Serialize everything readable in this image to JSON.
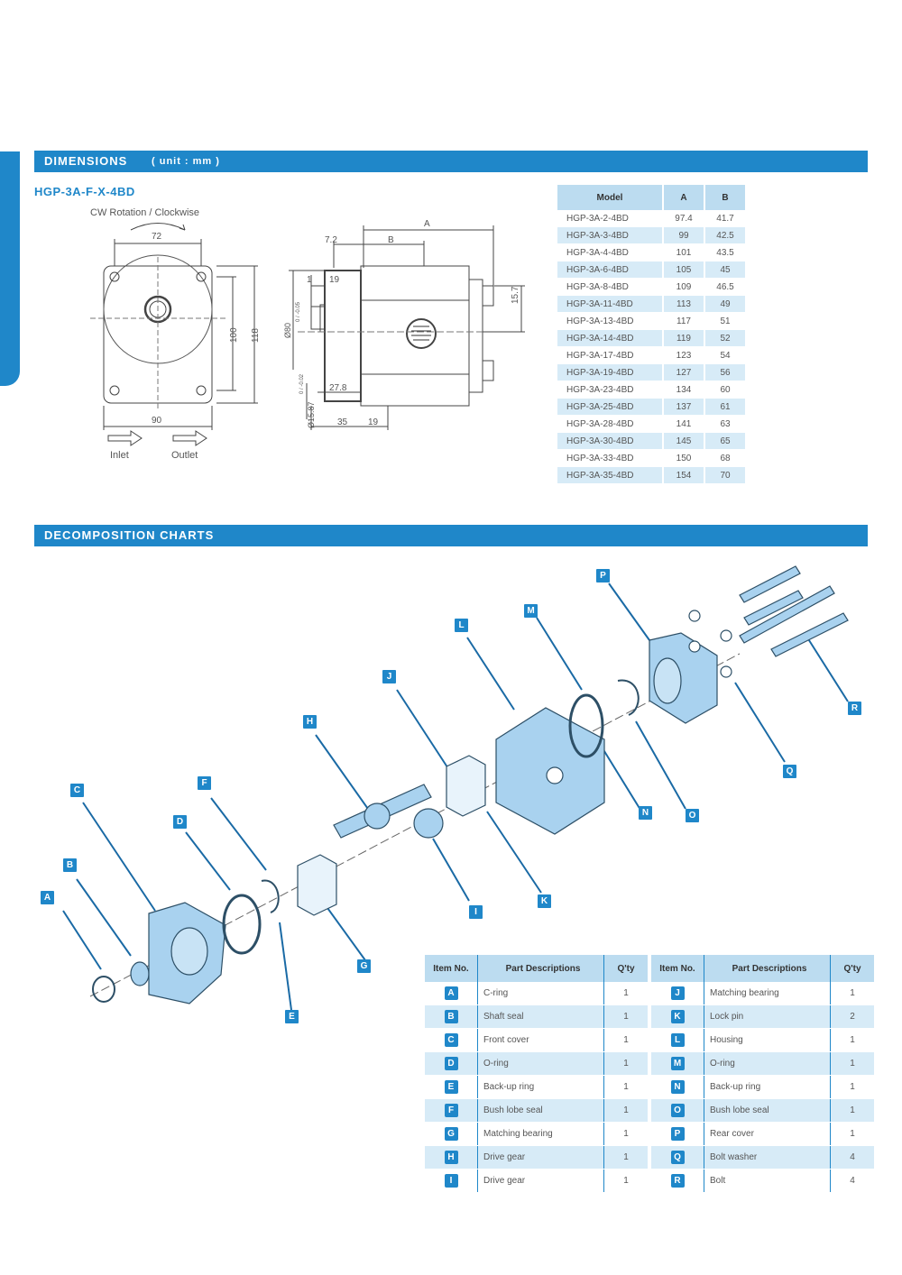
{
  "sections": {
    "dimensions_title": "DIMENSIONS",
    "dimensions_unit": "( unit : mm )",
    "decomposition_title": "DECOMPOSITION CHARTS"
  },
  "model_name": "HGP-3A-F-X-4BD",
  "drawing": {
    "rotation_label": "CW Rotation / Clockwise",
    "inlet_label": "Inlet",
    "outlet_label": "Outlet",
    "dims": {
      "front_width_top": "72",
      "front_width_bottom": "90",
      "front_height_inner": "100",
      "front_height_outer": "118",
      "side_a": "A",
      "side_b": "B",
      "side_72": "7.2",
      "side_1": "1",
      "side_19_top": "19",
      "side_157": "15.7",
      "side_d80": "Ø80",
      "side_d80_tol": "0 / -0.05",
      "side_278": "27.8",
      "side_d1587": "Ø15.87",
      "side_d1587_tol": "0 / -0.02",
      "side_35": "35",
      "side_19_bottom": "19"
    }
  },
  "model_table": {
    "headers": [
      "Model",
      "A",
      "B"
    ],
    "rows": [
      [
        "HGP-3A-2-4BD",
        "97.4",
        "41.7"
      ],
      [
        "HGP-3A-3-4BD",
        "99",
        "42.5"
      ],
      [
        "HGP-3A-4-4BD",
        "101",
        "43.5"
      ],
      [
        "HGP-3A-6-4BD",
        "105",
        "45"
      ],
      [
        "HGP-3A-8-4BD",
        "109",
        "46.5"
      ],
      [
        "HGP-3A-11-4BD",
        "113",
        "49"
      ],
      [
        "HGP-3A-13-4BD",
        "117",
        "51"
      ],
      [
        "HGP-3A-14-4BD",
        "119",
        "52"
      ],
      [
        "HGP-3A-17-4BD",
        "123",
        "54"
      ],
      [
        "HGP-3A-19-4BD",
        "127",
        "56"
      ],
      [
        "HGP-3A-23-4BD",
        "134",
        "60"
      ],
      [
        "HGP-3A-25-4BD",
        "137",
        "61"
      ],
      [
        "HGP-3A-28-4BD",
        "141",
        "63"
      ],
      [
        "HGP-3A-30-4BD",
        "145",
        "65"
      ],
      [
        "HGP-3A-33-4BD",
        "150",
        "68"
      ],
      [
        "HGP-3A-35-4BD",
        "154",
        "70"
      ]
    ]
  },
  "parts_headers": [
    "Item No.",
    "Part Descriptions",
    "Q'ty"
  ],
  "parts_left": [
    [
      "A",
      "C-ring",
      "1"
    ],
    [
      "B",
      "Shaft seal",
      "1"
    ],
    [
      "C",
      "Front cover",
      "1"
    ],
    [
      "D",
      "O-ring",
      "1"
    ],
    [
      "E",
      "Back-up ring",
      "1"
    ],
    [
      "F",
      "Bush lobe seal",
      "1"
    ],
    [
      "G",
      "Matching bearing",
      "1"
    ],
    [
      "H",
      "Drive gear",
      "1"
    ],
    [
      "I",
      "Drive gear",
      "1"
    ]
  ],
  "parts_right": [
    [
      "J",
      "Matching bearing",
      "1"
    ],
    [
      "K",
      "Lock pin",
      "2"
    ],
    [
      "L",
      "Housing",
      "1"
    ],
    [
      "M",
      "O-ring",
      "1"
    ],
    [
      "N",
      "Back-up ring",
      "1"
    ],
    [
      "O",
      "Bush lobe seal",
      "1"
    ],
    [
      "P",
      "Rear cover",
      "1"
    ],
    [
      "Q",
      "Bolt washer",
      "4"
    ],
    [
      "R",
      "Bolt",
      "4"
    ]
  ],
  "callouts": [
    "A",
    "B",
    "C",
    "D",
    "E",
    "F",
    "G",
    "H",
    "I",
    "J",
    "K",
    "L",
    "M",
    "N",
    "O",
    "P",
    "Q",
    "R"
  ],
  "colors": {
    "accent": "#1f87c9",
    "light": "#bcdcf0",
    "part": "#a9d2ef"
  }
}
